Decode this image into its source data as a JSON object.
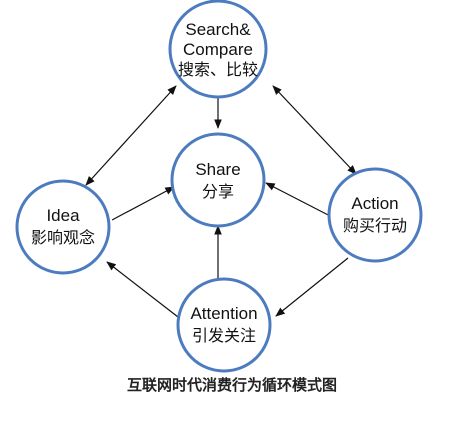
{
  "nodes": {
    "search": {
      "en": "Search&",
      "en2": "Compare",
      "cn": "搜索、比较"
    },
    "share": {
      "en": "Share",
      "cn": "分享"
    },
    "idea": {
      "en": "Idea",
      "cn": "影响观念"
    },
    "action": {
      "en": "Action",
      "cn": "购买行动"
    },
    "attention": {
      "en": "Attention",
      "cn": "引发关注"
    }
  },
  "caption": "互联网时代消费行为循环模式图",
  "colors": {
    "circle_stroke": "#4c7cbf",
    "arrow": "#111111"
  }
}
